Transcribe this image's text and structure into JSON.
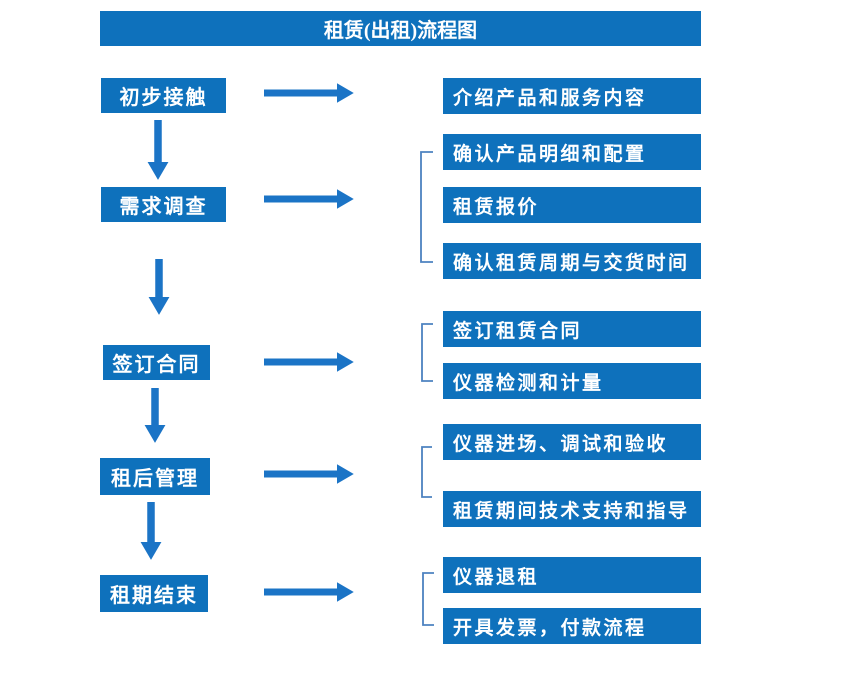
{
  "title": "租赁(出租)流程图",
  "colors": {
    "box_fill": "#0e71bc",
    "arrow": "#1b74c6",
    "bracket": "#4d82c0",
    "text": "#ffffff",
    "background": "#ffffff"
  },
  "steps": [
    {
      "label": "初步接触",
      "details": [
        "介绍产品和服务内容"
      ]
    },
    {
      "label": "需求调查",
      "details": [
        "确认产品明细和配置",
        "租赁报价",
        "确认租赁周期与交货时间"
      ]
    },
    {
      "label": "签订合同",
      "details": [
        "签订租赁合同",
        "仪器检测和计量"
      ]
    },
    {
      "label": "租后管理",
      "details": [
        "仪器进场、调试和验收",
        "租赁期间技术支持和指导"
      ]
    },
    {
      "label": "租期结束",
      "details": [
        "仪器退租",
        "开具发票，付款流程"
      ]
    }
  ]
}
